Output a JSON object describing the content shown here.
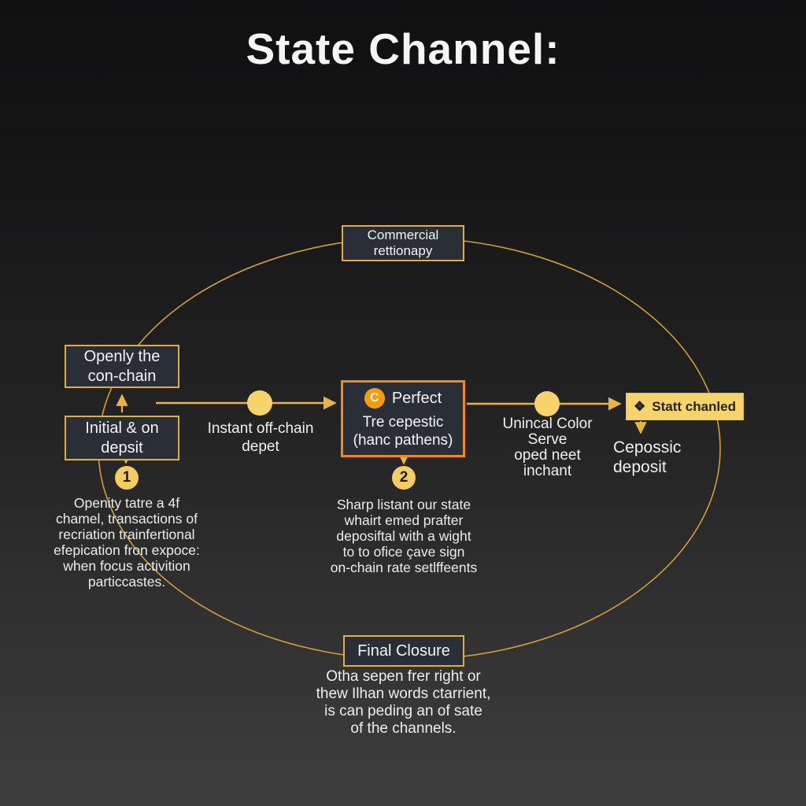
{
  "title": "State Channel:",
  "nodes": {
    "commercial": "Commercial\nrettionapy",
    "openly": "Openly the\ncon-chain",
    "initial": "Initial & on\ndepsit",
    "perfect_badge": "C",
    "perfect_title": "Perfect",
    "perfect_sub": "Tre cepestic\n(hanc pathens)",
    "state_icon": "❖",
    "state_label": "Statt chanled",
    "final": "Final Closure"
  },
  "edge_labels": {
    "instant": "Instant off-chain\ndepet",
    "unincal": "Unincal Color\nServe\noped neet\ninchant",
    "cepossic": "Cepossic\ndeposit"
  },
  "steps": [
    {
      "number": "1",
      "text": "Openity tatre a 4f\nchamel, transactions of\nrecriation trainfertional\nefepication fron expoce:\nwhen focus activition\nparticcastes."
    },
    {
      "number": "2",
      "text": "Sharp listant our state\nwhairt emed prafter\ndeposiftal with a wight\nto to ofice çave sign\non-chain rate setlffeents"
    }
  ],
  "closure_text": "Otha sepen frer right or\nthew Ilhan words ctarrient,\nis can peding an of sate\nof the channels.",
  "colors": {
    "background_top": "#101011",
    "background_bottom": "#3e3e3f",
    "node_bg": "#2a2f37",
    "accent_line": "#e2ae3e",
    "yellow_fill": "#f6d469",
    "orange": "#ef8b1e",
    "text": "#f3f3f3"
  }
}
